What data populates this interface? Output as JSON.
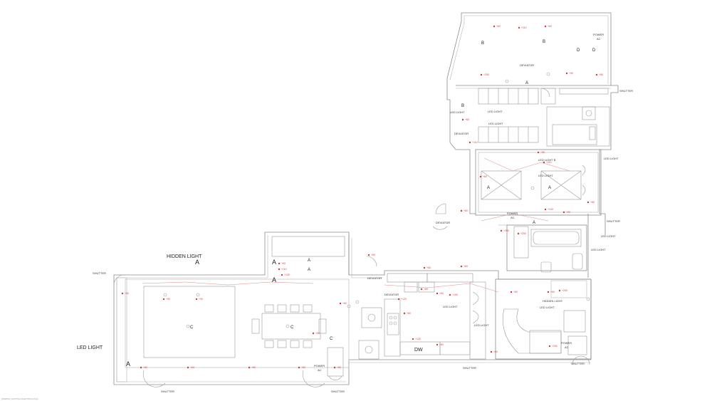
{
  "labels": {
    "deviator": "DEVIATOR",
    "power_ac": [
      "POWER",
      "AC"
    ],
    "shutter": "SHUTTER",
    "led_light": "LED LIGHT",
    "led_light_b": "LED LIGHT B",
    "hidden_light": "HIDDEN LIGHT",
    "dw": "DW",
    "a": "A",
    "b": "B",
    "c": "C",
    "d": "D"
  },
  "elevation_marks": [
    "+60",
    "+110",
    "+90",
    "+150",
    "+200",
    "+30",
    "+120",
    "+100"
  ],
  "footer": "DRAWING / LIGHTING & ELECTRICAL PLAN"
}
